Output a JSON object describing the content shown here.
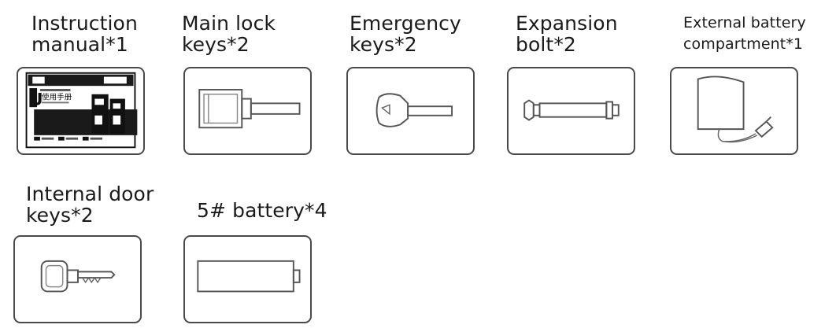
{
  "items": [
    {
      "line1": "Instruction",
      "line2": "manual*1",
      "icon": "instruction-manual-icon"
    },
    {
      "line1": "Main lock",
      "line2": "keys*2",
      "icon": "main-lock-key-icon"
    },
    {
      "line1": "Emergency",
      "line2": "keys*2",
      "icon": "emergency-key-icon"
    },
    {
      "line1": "Expansion",
      "line2": "bolt*2",
      "icon": "expansion-bolt-icon"
    },
    {
      "line1": "External battery",
      "line2": "compartment*1",
      "icon": "external-battery-compartment-icon"
    },
    {
      "line1": "Internal door",
      "line2": "keys*2",
      "icon": "internal-door-key-icon"
    },
    {
      "line1": "5# battery*4",
      "line2": "",
      "icon": "battery-icon"
    }
  ],
  "manual_cover": {
    "brand_letter": "U",
    "title": "使用手册"
  }
}
